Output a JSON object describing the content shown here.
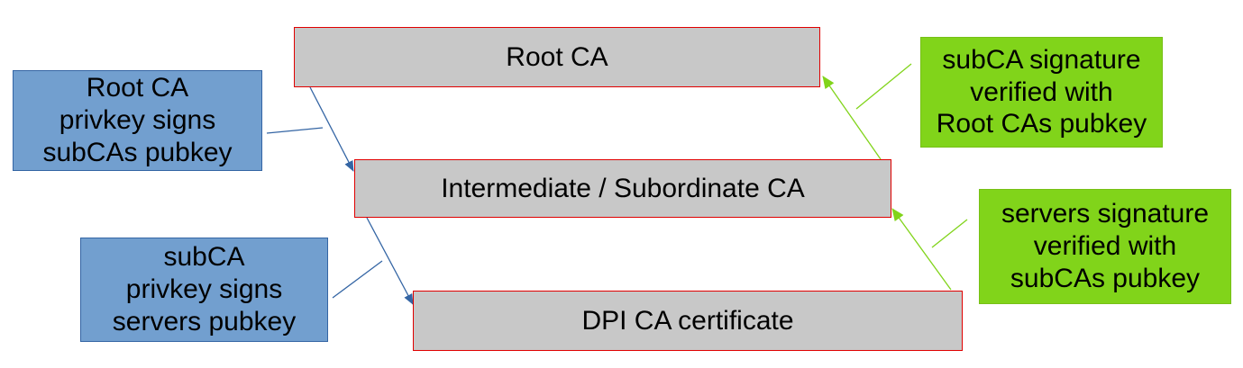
{
  "diagram": {
    "nodes": {
      "root": {
        "label": "Root CA"
      },
      "intermediate": {
        "label": "Intermediate / Subordinate CA"
      },
      "dpi": {
        "label": "DPI CA certificate"
      }
    },
    "notes": {
      "root_signs": "Root CA\nprivkey signs\nsubCAs pubkey",
      "sub_signs": "subCA\nprivkey signs\nservers pubkey",
      "sub_verified": "subCA signature\nverified with\nRoot CAs pubkey",
      "server_verified": "servers signature\nverified with\nsubCAs pubkey"
    },
    "colors": {
      "ca_fill": "#c8c8c8",
      "ca_border": "#e00000",
      "sign_note_fill": "#729fcf",
      "verify_note_fill": "#81d41a",
      "sign_arrow": "#3465a4",
      "verify_arrow": "#81d41a"
    }
  }
}
